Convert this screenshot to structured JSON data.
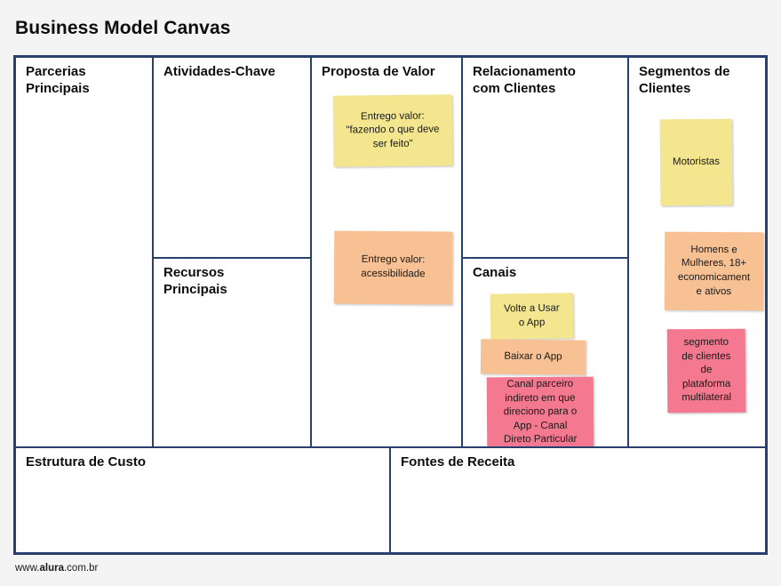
{
  "page": {
    "title": "Business Model Canvas",
    "footer_prefix": "www.",
    "footer_brand": "alura",
    "footer_suffix": ".com.br",
    "background_color": "#f4f4f4",
    "border_color": "#27406e"
  },
  "colors": {
    "yellow": "#f3e68e",
    "orange": "#f8c193",
    "pink": "#f4788f",
    "frame": "#27406e",
    "text": "#0d0d0d"
  },
  "canvas": {
    "blocks": [
      {
        "key": "parcerias",
        "title": "Parcerias\nPrincipais"
      },
      {
        "key": "atividades",
        "title": "Atividades-Chave"
      },
      {
        "key": "recursos",
        "title": "Recursos\nPrincipais"
      },
      {
        "key": "proposta",
        "title": "Proposta de Valor"
      },
      {
        "key": "relacionamento",
        "title": "Relacionamento\ncom Clientes"
      },
      {
        "key": "canais",
        "title": "Canais"
      },
      {
        "key": "segmentos",
        "title": "Segmentos de\nClientes"
      },
      {
        "key": "custo",
        "title": "Estrutura de Custo"
      },
      {
        "key": "receita",
        "title": "Fontes de Receita"
      }
    ],
    "notes": {
      "proposta": [
        {
          "id": "pv-1",
          "color": "yellow",
          "text": "Entrego valor:\n\"fazendo o que deve\nser feito\""
        },
        {
          "id": "pv-2",
          "color": "orange",
          "text": "Entrego valor:\nacessibilidade"
        }
      ],
      "canais": [
        {
          "id": "ca-1",
          "color": "yellow",
          "text": "Volte a Usar\no App"
        },
        {
          "id": "ca-2",
          "color": "orange",
          "text": "Baixar o App"
        },
        {
          "id": "ca-3",
          "color": "pink",
          "text": "Canal parceiro\nindireto em que\ndireciono para o\nApp - Canal\nDireto Particular"
        }
      ],
      "segmentos": [
        {
          "id": "sg-1",
          "color": "yellow",
          "text": "Motoristas"
        },
        {
          "id": "sg-2",
          "color": "orange",
          "text": "Homens e\nMulheres, 18+\neconomicament\ne ativos"
        },
        {
          "id": "sg-3",
          "color": "pink",
          "text": "segmento\nde clientes\nde\nplataforma\nmultilateral"
        }
      ],
      "parcerias": [],
      "atividades": [],
      "recursos": [],
      "relacionamento": [],
      "custo": [],
      "receita": []
    }
  }
}
